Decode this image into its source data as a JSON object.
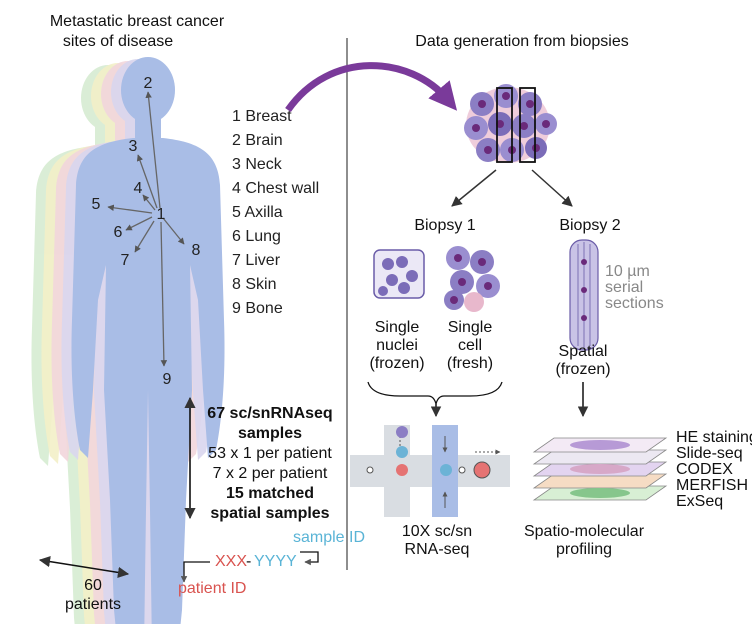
{
  "left": {
    "title_line1": "Metastatic breast cancer",
    "title_line2": "sites of disease",
    "site_numbers": [
      "1",
      "2",
      "3",
      "4",
      "5",
      "6",
      "7",
      "8",
      "9"
    ],
    "sites": [
      "1 Breast",
      "2 Brain",
      "3 Neck",
      "4 Chest wall",
      "5 Axilla",
      "6 Lung",
      "7 Liver",
      "8 Skin",
      "9 Bone"
    ],
    "samples_bold1": "67 sc/snRNAseq",
    "samples_bold2": "samples",
    "samples_line3": "53 x 1 per patient",
    "samples_line4": "7 x 2 per patient",
    "samples_bold5": "15 matched",
    "samples_bold6": "spatial samples",
    "sample_id_label": "sample ID",
    "id_part1": "XXX",
    "id_sep": "-",
    "id_part2": "YYYY",
    "patient_id_label": "patient ID",
    "patients_count": "60",
    "patients_label": "patients"
  },
  "right": {
    "title": "Data generation from biopsies",
    "biopsy1": "Biopsy 1",
    "biopsy2": "Biopsy 2",
    "serial1": "10 µm",
    "serial2": "serial",
    "serial3": "sections",
    "single_nuclei": [
      "Single",
      "nuclei",
      "(frozen)"
    ],
    "single_cell": [
      "Single",
      "cell",
      "(fresh)"
    ],
    "spatial": [
      "Spatial",
      "(frozen)"
    ],
    "method_labels": [
      "HE staining",
      "Slide-seq",
      "CODEX",
      "MERFISH",
      "ExSeq"
    ],
    "tenx": [
      "10X sc/sn",
      "RNA-seq"
    ],
    "spatio": [
      "Spatio-molecular",
      "profiling"
    ]
  },
  "colors": {
    "body_blue": "#a9bde6",
    "arrow_purple": "#7a3a9a",
    "sample_id_blue": "#5ab4d6",
    "patient_red": "#d9534f"
  }
}
